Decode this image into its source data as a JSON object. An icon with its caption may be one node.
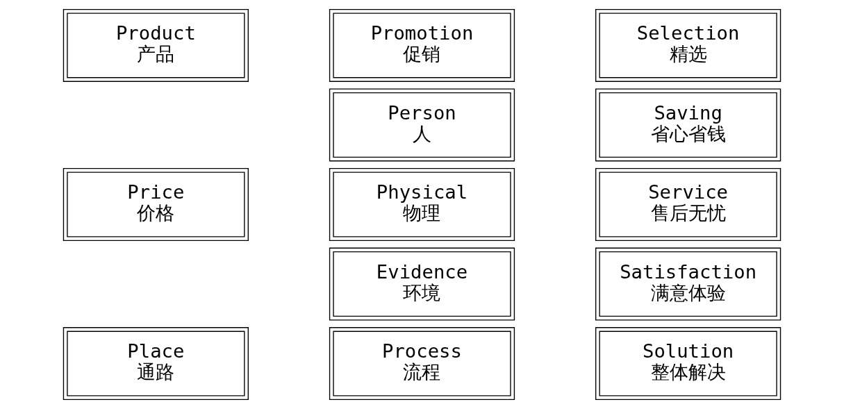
{
  "diagram": {
    "nodes": [
      {
        "text": [
          "Product",
          "产品"
        ]
      },
      {
        "text": [
          "Price",
          "价格"
        ]
      },
      {
        "text": [
          "Place",
          "通路"
        ]
      },
      {
        "text": [
          "Promotion",
          "促销"
        ]
      },
      {
        "text": [
          "Person",
          "人"
        ]
      },
      {
        "text": [
          "Physical",
          "物理"
        ]
      },
      {
        "text": [
          "Evidence",
          "环境"
        ]
      },
      {
        "text": [
          "Process",
          "流程"
        ]
      },
      {
        "text": [
          "Selection",
          "精选"
        ]
      },
      {
        "text": [
          "Saving",
          "省心省钱"
        ]
      },
      {
        "text": [
          "Service",
          "售后无忧"
        ]
      },
      {
        "text": [
          "Satisfaction",
          "满意体验"
        ]
      },
      {
        "text": [
          "Solution",
          "整体解决"
        ]
      }
    ],
    "edges": []
  }
}
